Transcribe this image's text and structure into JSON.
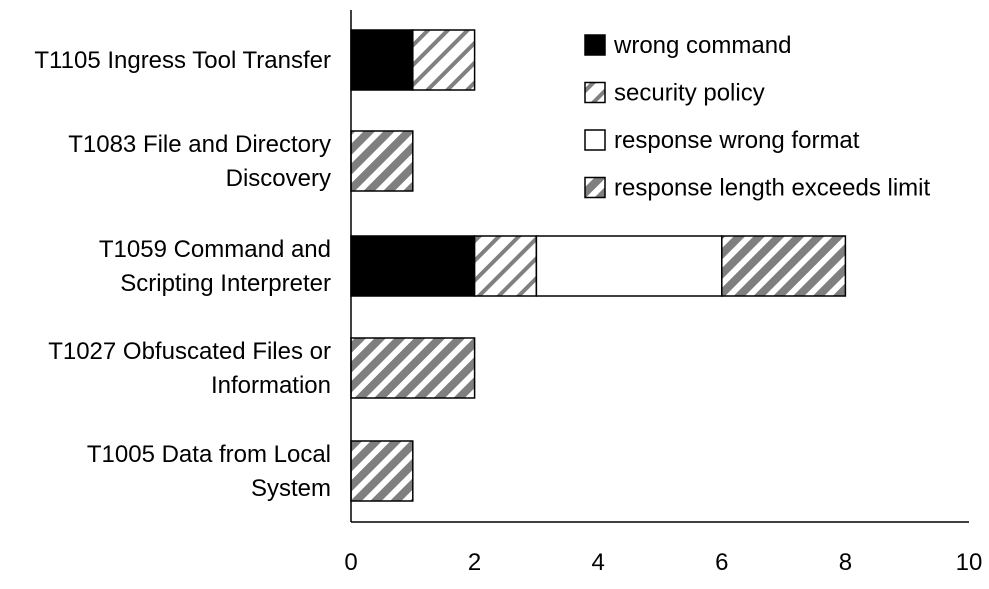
{
  "chart_data": {
    "type": "bar",
    "orientation": "horizontal",
    "stacked": true,
    "title": "",
    "xlabel": "",
    "ylabel": "",
    "xlim": [
      0,
      10
    ],
    "xticks": [
      0,
      2,
      4,
      6,
      8,
      10
    ],
    "grid": false,
    "legend_position": "top-right",
    "categories": [
      [
        "T1105 Ingress Tool Transfer"
      ],
      [
        "T1083 File and Directory",
        "Discovery"
      ],
      [
        "T1059 Command and",
        "Scripting Interpreter"
      ],
      [
        "T1027 Obfuscated Files or",
        "Information"
      ],
      [
        "T1005 Data from Local",
        "System"
      ]
    ],
    "series": [
      {
        "name": "wrong command",
        "fill": "solid",
        "color": "#000000",
        "values": [
          1,
          0,
          2,
          0,
          0
        ]
      },
      {
        "name": "security policy",
        "fill": "hatch-light",
        "color": "#808080",
        "values": [
          1,
          0,
          1,
          0,
          0
        ]
      },
      {
        "name": "response wrong format",
        "fill": "none",
        "color": "#ffffff",
        "values": [
          0,
          0,
          3,
          0,
          0
        ]
      },
      {
        "name": "response length exceeds limit",
        "fill": "hatch-dark",
        "color": "#7f7f7f",
        "values": [
          0,
          1,
          2,
          2,
          1
        ]
      }
    ]
  }
}
